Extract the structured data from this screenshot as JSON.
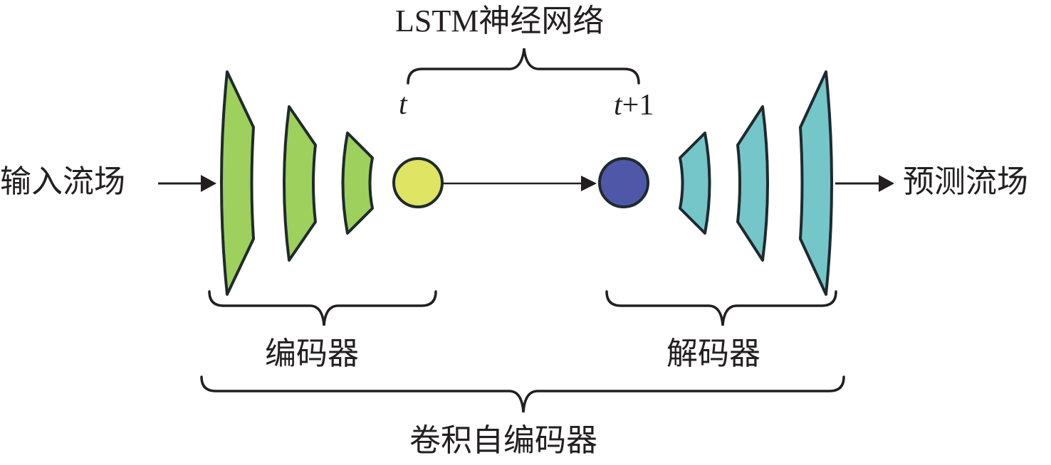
{
  "title": "LSTM神经网络",
  "time_labels": {
    "t": "t",
    "t_plus": "t",
    "plus_one": "+1"
  },
  "input_label": "输入流场",
  "output_label": "预测流场",
  "encoder_label": "编码器",
  "decoder_label": "解码器",
  "autoencoder_label": "卷积自编码器",
  "colors": {
    "encoder": "#9dd05c",
    "decoder": "#74c6c9",
    "latent_t": "#dfe462",
    "latent_t1": "#4f58a8",
    "stroke": "#1f2a2e"
  }
}
